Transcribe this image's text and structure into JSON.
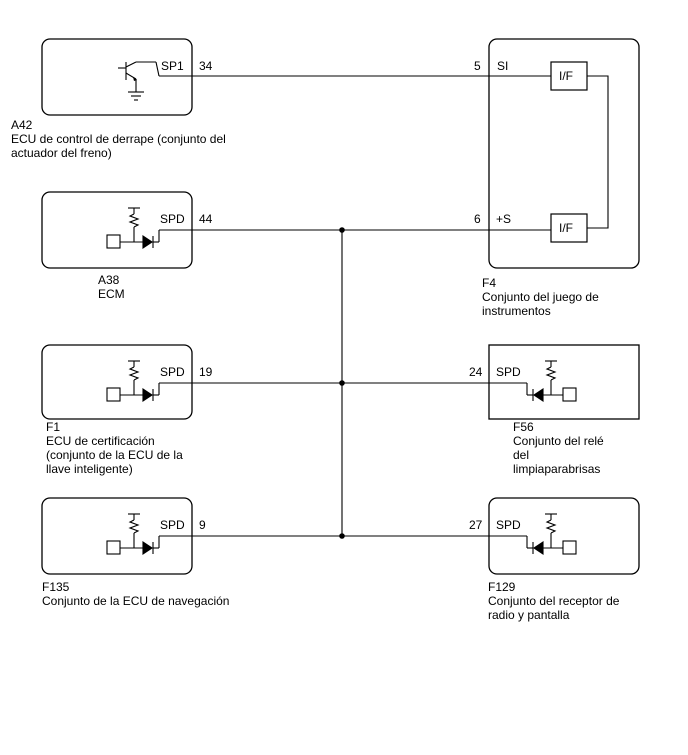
{
  "components": {
    "a42": {
      "code": "A42",
      "desc": [
        "ECU de control de derrape (conjunto del",
        "actuador del freno)"
      ],
      "pin_name": "SP1",
      "pin_num": "34"
    },
    "a38": {
      "code": "A38",
      "desc": [
        "ECM"
      ],
      "pin_name": "SPD",
      "pin_num": "44"
    },
    "f1": {
      "code": "F1",
      "desc": [
        "ECU de certificación",
        "(conjunto de la ECU de la",
        "llave inteligente)"
      ],
      "pin_name": "SPD",
      "pin_num": "19"
    },
    "f135": {
      "code": "F135",
      "desc": [
        "Conjunto de la ECU de navegación"
      ],
      "pin_name": "SPD",
      "pin_num": "9"
    },
    "f4": {
      "code": "F4",
      "desc": [
        "Conjunto del juego de",
        "instrumentos"
      ],
      "pin_si_name": "SI",
      "pin_si_num": "5",
      "pin_s_name": "+S",
      "pin_s_num": "6",
      "if_label": "I/F"
    },
    "f56": {
      "code": "F56",
      "desc": [
        "Conjunto del relé",
        "del",
        "limpiaparabrisas"
      ],
      "pin_name": "SPD",
      "pin_num": "24"
    },
    "f129": {
      "code": "F129",
      "desc": [
        "Conjunto del receptor de",
        "radio y pantalla"
      ],
      "pin_name": "SPD",
      "pin_num": "27"
    }
  },
  "colors": {
    "line": "#000000",
    "background": "#ffffff"
  }
}
